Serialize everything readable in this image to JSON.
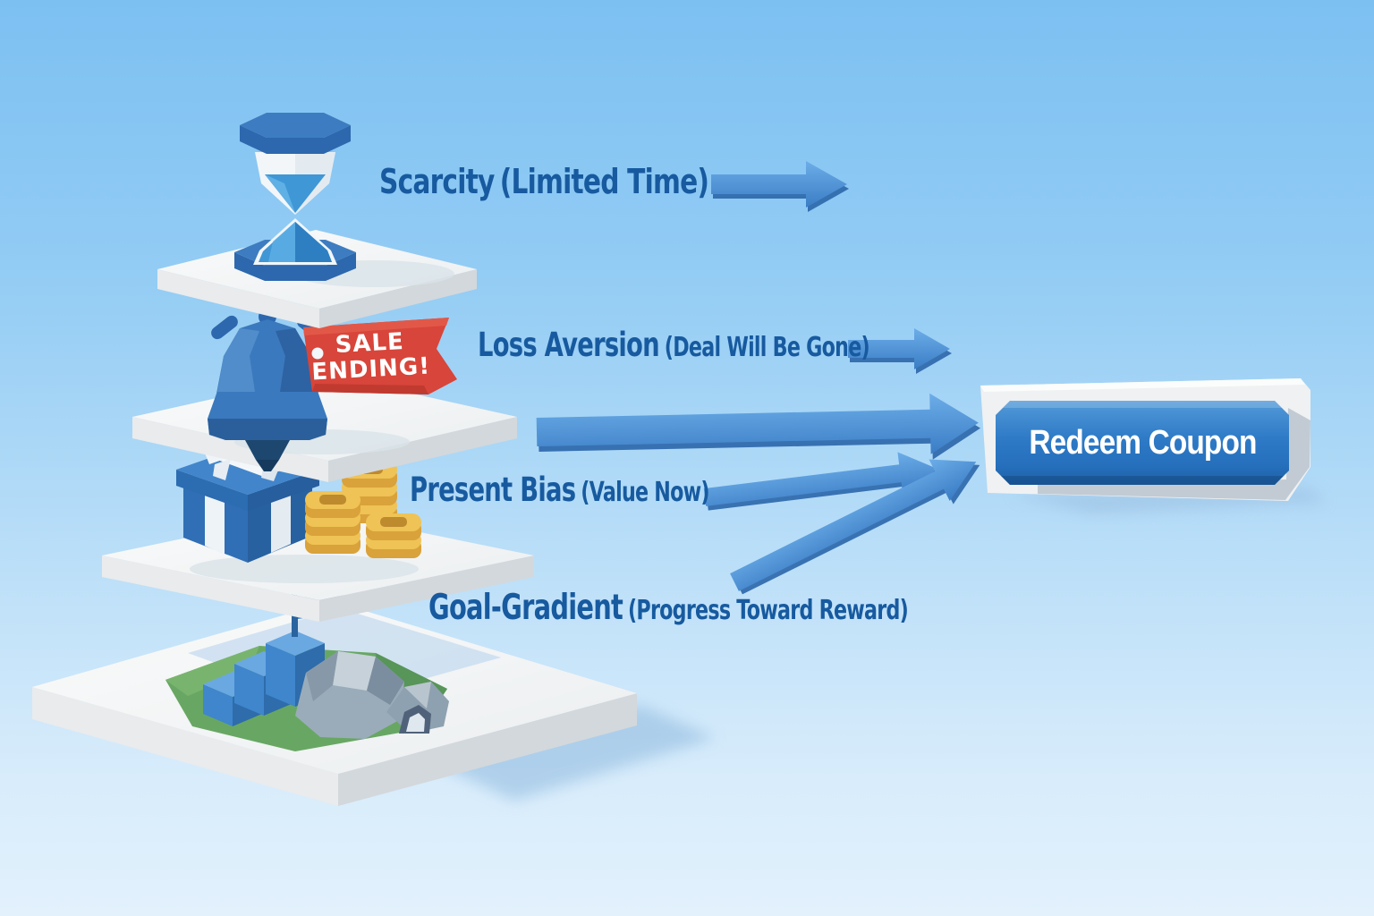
{
  "diagram_title": "",
  "layers": [
    {
      "name": "Scarcity",
      "qualifier": "(Limited Time)",
      "icon": "hourglass-icon"
    },
    {
      "name": "Loss Aversion",
      "qualifier": "(Deal Will Be Gone)",
      "icon": "bell-icon",
      "tag": {
        "line1": "SALE",
        "line2": "ENDING!",
        "color": "#d8453a"
      }
    },
    {
      "name": "Present Bias",
      "qualifier": "(Value Now)",
      "icon": "gift-and-coins-icon"
    },
    {
      "name": "Goal-Gradient",
      "qualifier": "(Progress Toward Reward)",
      "icon": "flag-stairs-rocks-icon"
    }
  ],
  "cta": {
    "label": "Redeem Coupon"
  },
  "icons": {
    "flow": "right-arrow-icon",
    "scarcity": "hourglass-icon",
    "loss_aversion": "bell-icon",
    "present_bias": "gift-and-coins-icon",
    "goal_gradient": "flag-stairs-rocks-icon"
  },
  "colors": {
    "background_top": "#7cc0f2",
    "background_bottom": "#e2f1fc",
    "label_text": "#175a9f",
    "arrow_blue": "#4389cf",
    "tag_red": "#d8453a",
    "cta_blue": "#2e7ac6",
    "platform_white": "#f4f5f5",
    "coin_gold": "#efc355",
    "grass_green": "#68a763"
  }
}
